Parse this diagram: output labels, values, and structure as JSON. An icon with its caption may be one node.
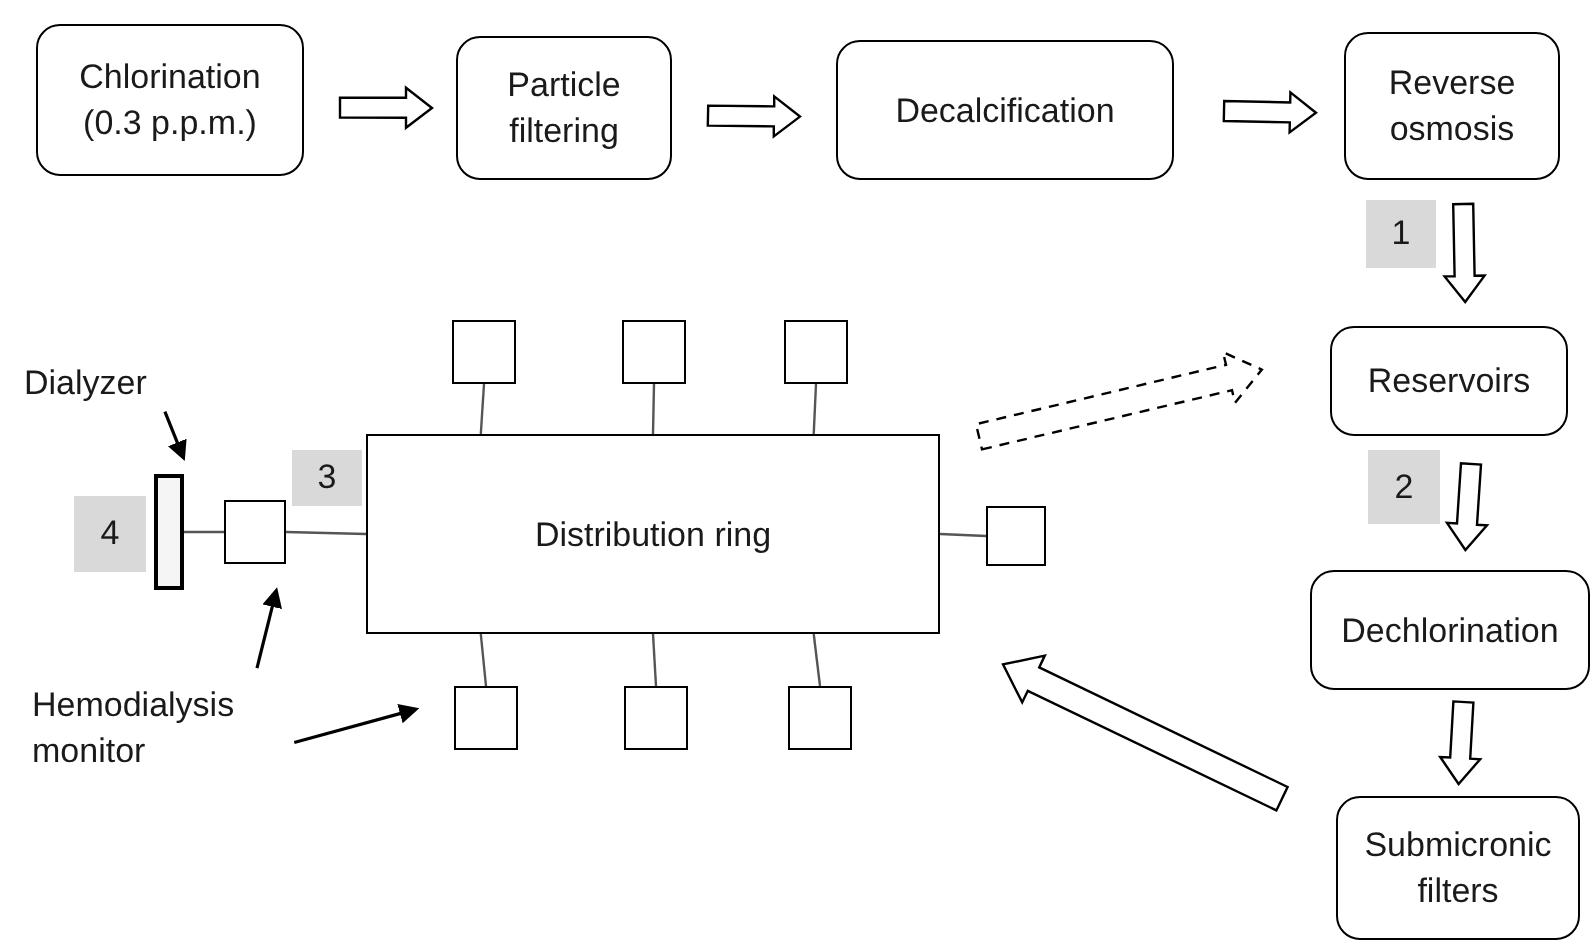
{
  "diagram": {
    "nodes": [
      {
        "text": [
          "Chlorination (0.3 p.p.m.)"
        ]
      },
      {
        "text": [
          "Particle filtering"
        ]
      },
      {
        "text": [
          "Decalcification"
        ]
      },
      {
        "text": [
          "Reverse osmosis"
        ]
      },
      {
        "text": [
          "Reservoirs"
        ]
      },
      {
        "text": [
          "Dechlorination"
        ]
      },
      {
        "text": [
          "Submicronic filters"
        ]
      },
      {
        "text": [
          "Distribution ring"
        ]
      },
      {
        "text": [],
        "shape": "box"
      },
      {
        "text": [],
        "shape": "box"
      },
      {
        "text": [],
        "shape": "box"
      },
      {
        "text": [],
        "shape": "box"
      },
      {
        "text": [],
        "shape": "box"
      },
      {
        "text": [],
        "shape": "box"
      },
      {
        "text": [],
        "shape": "box"
      },
      {
        "text": [],
        "shape": "box"
      },
      {
        "text": [],
        "shape": "bar"
      },
      {
        "text": [
          "Dialyzer"
        ]
      },
      {
        "text": [
          "Hemodialysis monitor"
        ]
      }
    ],
    "edges": [
      {
        "from": 0,
        "to": 1,
        "arrow": "to"
      },
      {
        "from": 1,
        "to": 2,
        "arrow": "to"
      },
      {
        "from": 2,
        "to": 3,
        "arrow": "to"
      },
      {
        "from": 3,
        "to": 4,
        "arrow": "to"
      },
      {
        "from": 4,
        "to": 5,
        "arrow": "to"
      },
      {
        "from": 5,
        "to": 6,
        "arrow": "to"
      },
      {
        "from": 6,
        "to": 7,
        "arrow": "to"
      },
      {
        "from": 7,
        "to": 4,
        "arrow": "to",
        "style": "dashed"
      },
      {
        "from": 7,
        "to": 8,
        "arrow": "none"
      },
      {
        "from": 7,
        "to": 9,
        "arrow": "none"
      },
      {
        "from": 7,
        "to": 10,
        "arrow": "none"
      },
      {
        "from": 7,
        "to": 11,
        "arrow": "none"
      },
      {
        "from": 7,
        "to": 12,
        "arrow": "none"
      },
      {
        "from": 7,
        "to": 13,
        "arrow": "none"
      },
      {
        "from": 7,
        "to": 14,
        "arrow": "none"
      },
      {
        "from": 7,
        "to": 15,
        "arrow": "none"
      },
      {
        "from": 15,
        "to": 16,
        "arrow": "none"
      },
      {
        "from": 17,
        "to": 16,
        "arrow": "to"
      },
      {
        "from": 18,
        "to": 15,
        "arrow": "to"
      },
      {
        "from": 18,
        "to": 12,
        "arrow": "to"
      }
    ],
    "labels": [
      "1",
      "2",
      "3",
      "4"
    ]
  }
}
